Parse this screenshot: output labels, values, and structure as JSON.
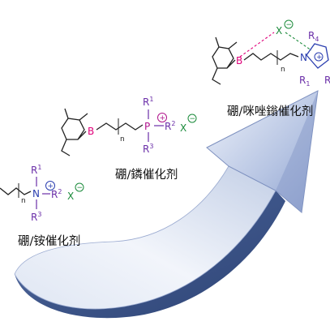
{
  "labels": {
    "imidazolium": "硼/咪唑鎓催化剂",
    "phosphonium": "硼/鏻催化剂",
    "ammonium": "硼/铵催化剂"
  },
  "atoms": {
    "boron": "B",
    "phosphorus": "P",
    "nitrogen": "N",
    "counterion": "X",
    "charge_plus": "+",
    "charge_minus": "−",
    "chain_n": "n",
    "r": "R",
    "sub_1": "1",
    "sub_2": "2",
    "sub_3": "3",
    "sub_4": "4"
  },
  "colors": {
    "boron": "#e0007a",
    "phosphorus": "#b0148c",
    "nitrogen": "#2a3eb0",
    "substituent": "#6a2ea8",
    "counterion": "#1a8a3a",
    "arrow_light": "#e8edf7",
    "arrow_mid": "#a9b7d8",
    "arrow_dark": "#3d5589"
  }
}
